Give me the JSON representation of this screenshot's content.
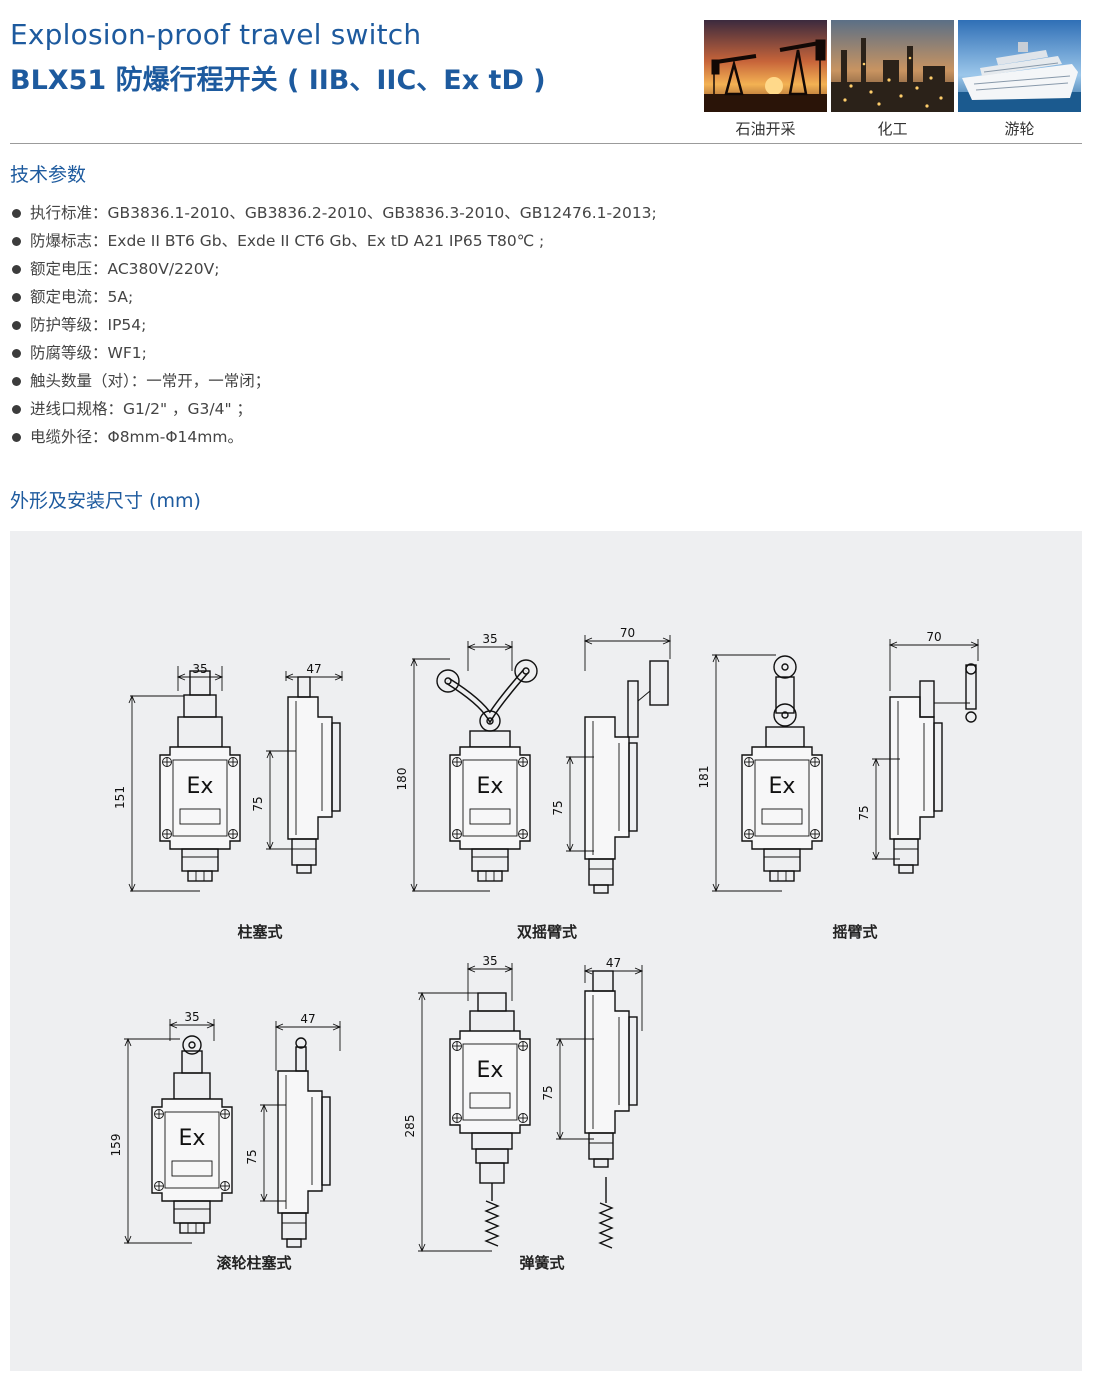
{
  "header": {
    "title_en": "Explosion-proof travel switch",
    "title_cn": "BLX51 防爆行程开关 ( IIB、IIC、Ex tD )"
  },
  "photos": [
    {
      "caption": "石油开采",
      "icon": "oil-pumpjack-sunset"
    },
    {
      "caption": "化工",
      "icon": "chemical-plant-night"
    },
    {
      "caption": "游轮",
      "icon": "cruise-ship"
    }
  ],
  "specs_section": {
    "heading": "技术参数",
    "items": [
      "执行标准：GB3836.1-2010、GB3836.2-2010、GB3836.3-2010、GB12476.1-2013;",
      "防爆标志：Exde II BT6 Gb、Exde II CT6 Gb、Ex tD A21 IP65 T80℃ ;",
      "额定电压：AC380V/220V;",
      "额定电流：5A;",
      "防护等级：IP54;",
      "防腐等级：WF1;",
      "触头数量（对）：一常开，一常闭；",
      "进线口规格：G1/2\" ，G3/4\" ；",
      "电缆外径：Φ8mm-Φ14mm。"
    ]
  },
  "dimensions_section": {
    "heading": "外形及安装尺寸 (mm)",
    "enclosure_mark": "Ex",
    "variants": [
      {
        "caption": "柱塞式",
        "width": "35",
        "depth": "47",
        "height": "151",
        "mount": "75"
      },
      {
        "caption": "双摇臂式",
        "width": "35",
        "depth": "70",
        "height": "180",
        "mount": "75"
      },
      {
        "caption": "摇臂式",
        "depth": "70",
        "height": "181",
        "mount": "75"
      },
      {
        "caption": "滚轮柱塞式",
        "width": "35",
        "depth": "47",
        "height": "159",
        "mount": "75"
      },
      {
        "caption": "弹簧式",
        "width": "35",
        "depth": "47",
        "height": "285",
        "mount": "75"
      }
    ]
  }
}
